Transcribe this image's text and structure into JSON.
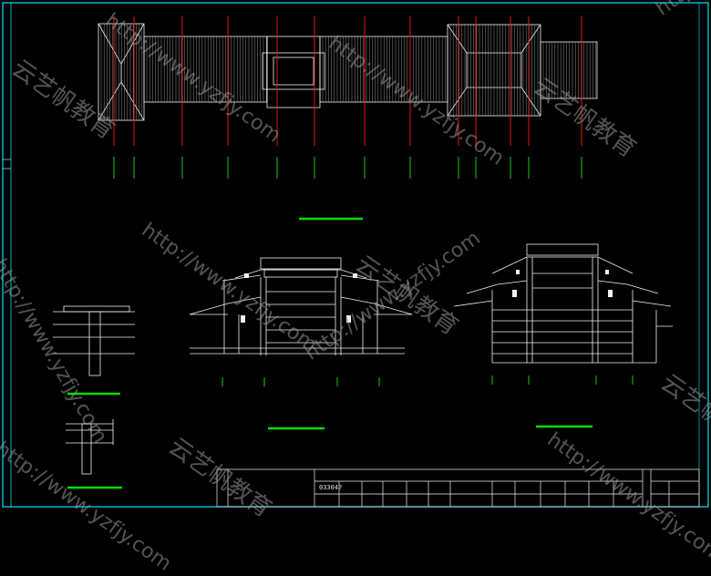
{
  "drawing": {
    "title_block_code": "03304?",
    "border_color": "#00e5ff",
    "roof_line_color": "#f2f2f2",
    "red_axis_color": "#e01818",
    "green_mark_color": "#18c818",
    "scale_bar_color": "#00e000"
  },
  "watermarks": {
    "url": "http://www.yzfjy.com",
    "brand": "云艺帆教育"
  }
}
